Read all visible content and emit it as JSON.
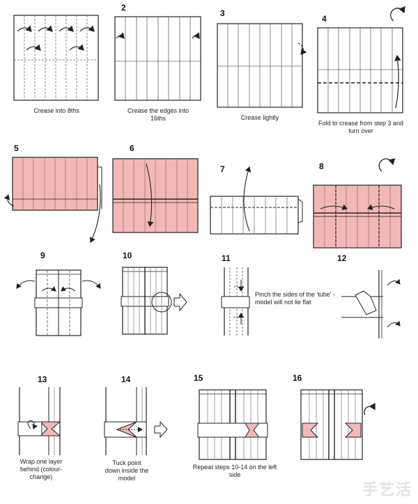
{
  "steps": [
    {
      "n": "2",
      "caption": "Crease the edges into 16ths"
    },
    {
      "n": "3",
      "caption": "Crease lightly"
    },
    {
      "n": "4",
      "caption": "Fold to crease from step 3 and turn over"
    },
    {
      "n": "5",
      "caption": ""
    },
    {
      "n": "6",
      "caption": ""
    },
    {
      "n": "7",
      "caption": ""
    },
    {
      "n": "8",
      "caption": ""
    },
    {
      "n": "9",
      "caption": ""
    },
    {
      "n": "10",
      "caption": ""
    },
    {
      "n": "11",
      "caption": "Pinch the sides of the 'tube' - model will not lie flat"
    },
    {
      "n": "12",
      "caption": ""
    },
    {
      "n": "13",
      "caption": "Wrap one layer behind (colour-change)"
    },
    {
      "n": "14",
      "caption": "Tuck point down inside the model"
    },
    {
      "n": "15",
      "caption": "Repeat steps 10-14 on the left side"
    },
    {
      "n": "16",
      "caption": ""
    }
  ],
  "step1_caption": "Crease into 8ths",
  "watermark": "手艺活",
  "colors": {
    "pink": "#f2b8b8",
    "line": "#222222",
    "crease": "#555555"
  }
}
